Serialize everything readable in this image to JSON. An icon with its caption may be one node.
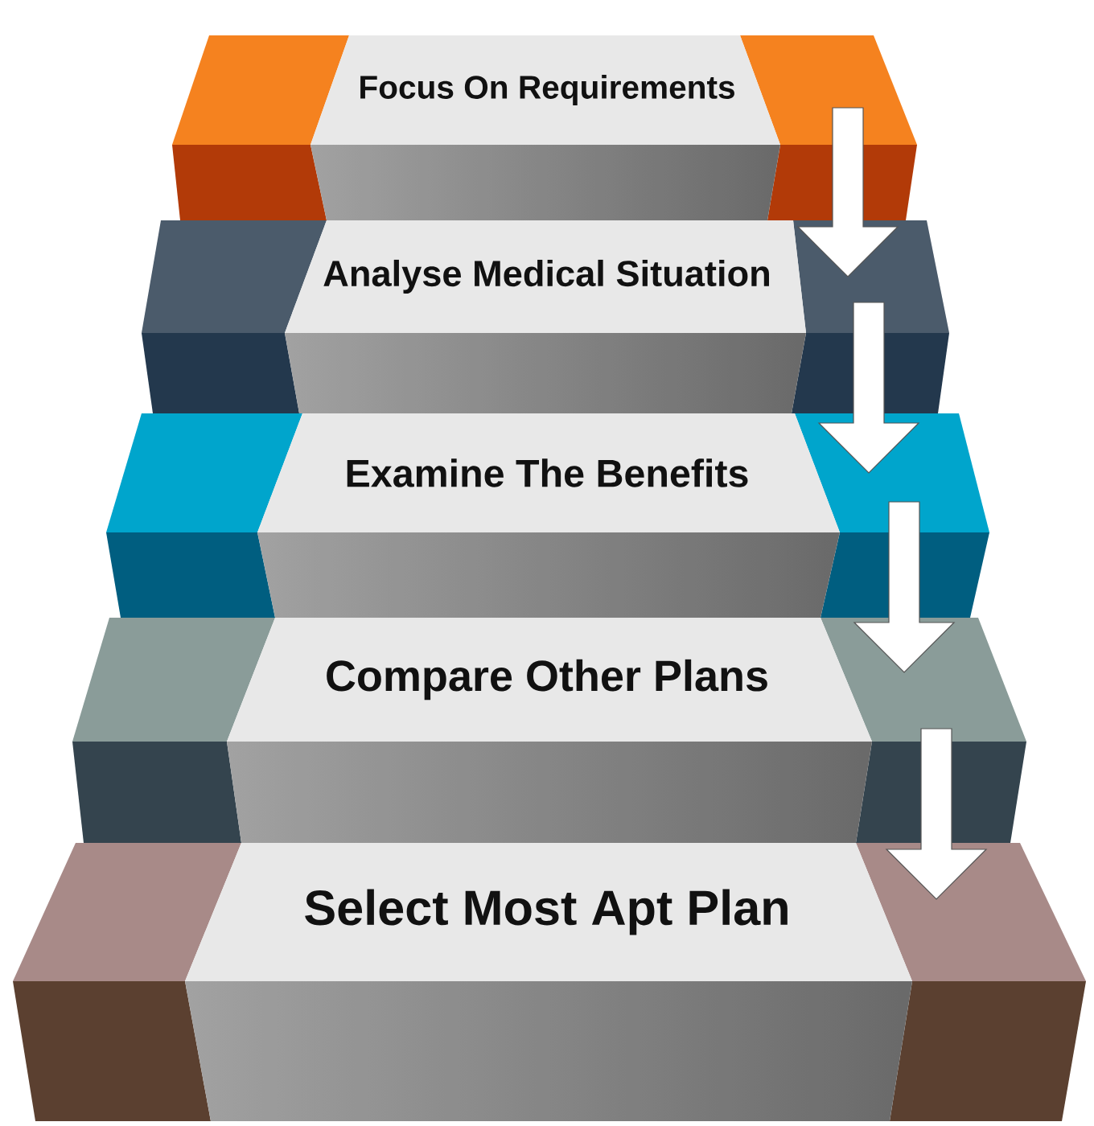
{
  "diagram": {
    "nodes": [
      {
        "text": [
          "Focus On Requirements"
        ]
      },
      {
        "text": [
          "Analyse Medical Situation"
        ]
      },
      {
        "text": [
          "Examine The Benefits"
        ]
      },
      {
        "text": [
          "Compare Other Plans"
        ]
      },
      {
        "text": [
          "Select Most Apt Plan"
        ]
      }
    ],
    "edges": [
      {
        "from": 0,
        "to": 1,
        "arrow": "to"
      },
      {
        "from": 1,
        "to": 2,
        "arrow": "to"
      },
      {
        "from": 2,
        "to": 3,
        "arrow": "to"
      },
      {
        "from": 3,
        "to": 4,
        "arrow": "to"
      }
    ]
  }
}
